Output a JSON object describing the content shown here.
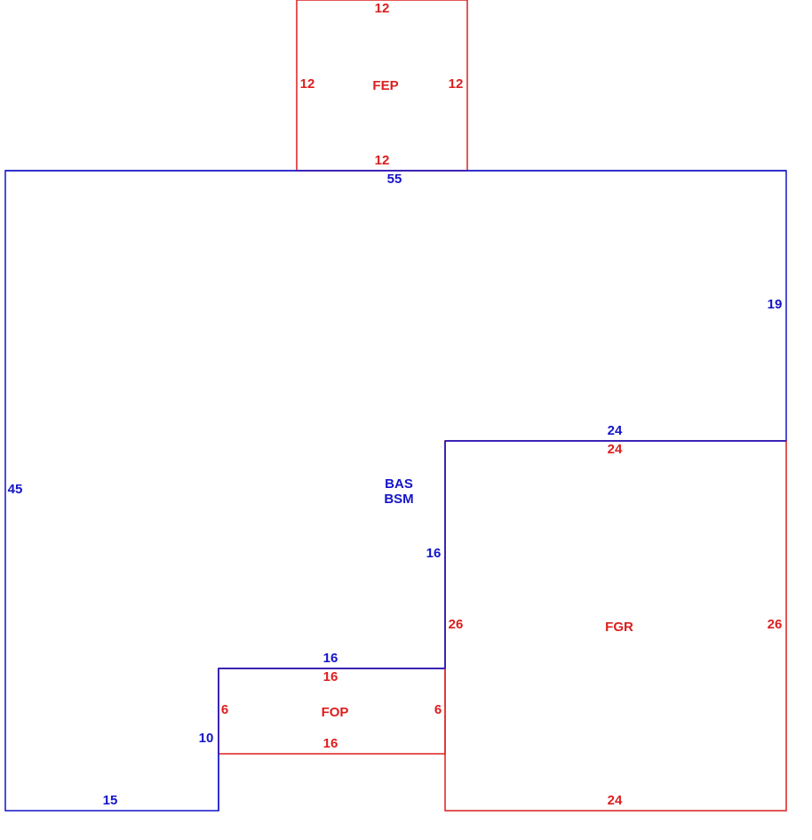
{
  "colors": {
    "main_structure": "#1414c8",
    "additions": "#dc1e1e",
    "background": "#ffffff"
  },
  "main": {
    "area_code": "BAS",
    "area_code_2": "BSM",
    "dims": {
      "top": "55",
      "right": "19",
      "notch_top": "24",
      "notch_left": "16",
      "porch_top": "16",
      "porch_left": "10",
      "bottom": "15",
      "left": "45"
    }
  },
  "fep": {
    "label": "FEP",
    "dims": {
      "top": "12",
      "left": "12",
      "right": "12",
      "bottom": "12"
    }
  },
  "fgr": {
    "label": "FGR",
    "dims": {
      "top": "24",
      "left": "26",
      "right": "26",
      "bottom": "24"
    }
  },
  "fop": {
    "label": "FOP",
    "dims": {
      "top": "16",
      "left": "6",
      "right": "6",
      "bottom": "16"
    }
  }
}
